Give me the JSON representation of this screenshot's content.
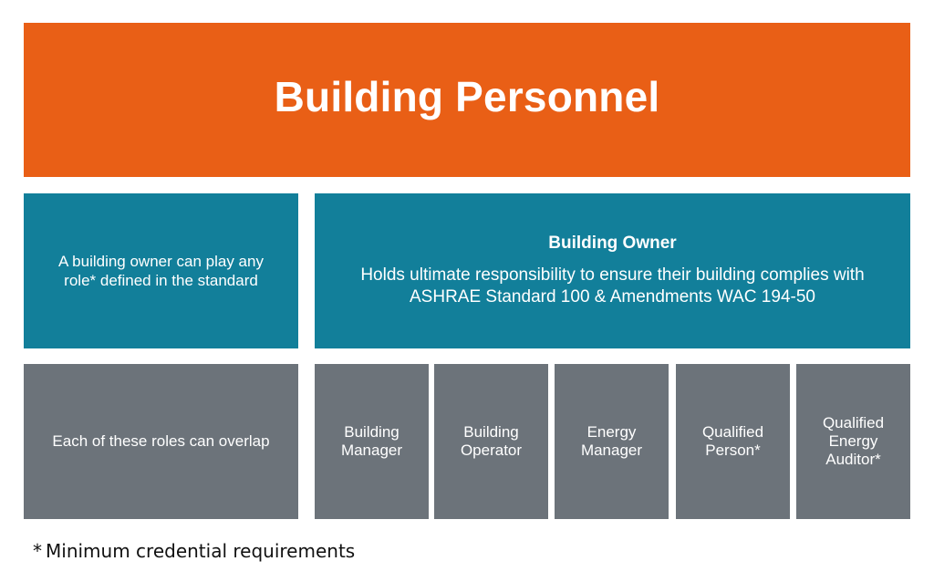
{
  "header": {
    "title": "Building Personnel"
  },
  "owner_note": {
    "text": "A building owner can play any role* defined in the standard"
  },
  "owner": {
    "title": "Building Owner",
    "description": "Holds ultimate responsibility to ensure their building complies with ASHRAE Standard 100 & Amendments WAC 194-50"
  },
  "overlap_note": {
    "text": "Each of these roles can overlap"
  },
  "roles": [
    {
      "label": "Building Manager"
    },
    {
      "label": "Building Operator"
    },
    {
      "label": "Energy Manager"
    },
    {
      "label": "Qualified Person*"
    },
    {
      "label": "Qualified Energy Auditor*"
    }
  ],
  "footnote": {
    "marker": "*",
    "text": "Minimum credential requirements"
  },
  "colors": {
    "header": "#e95f16",
    "teal": "#127f9a",
    "gray": "#6c737a",
    "text_light": "#ffffff"
  }
}
